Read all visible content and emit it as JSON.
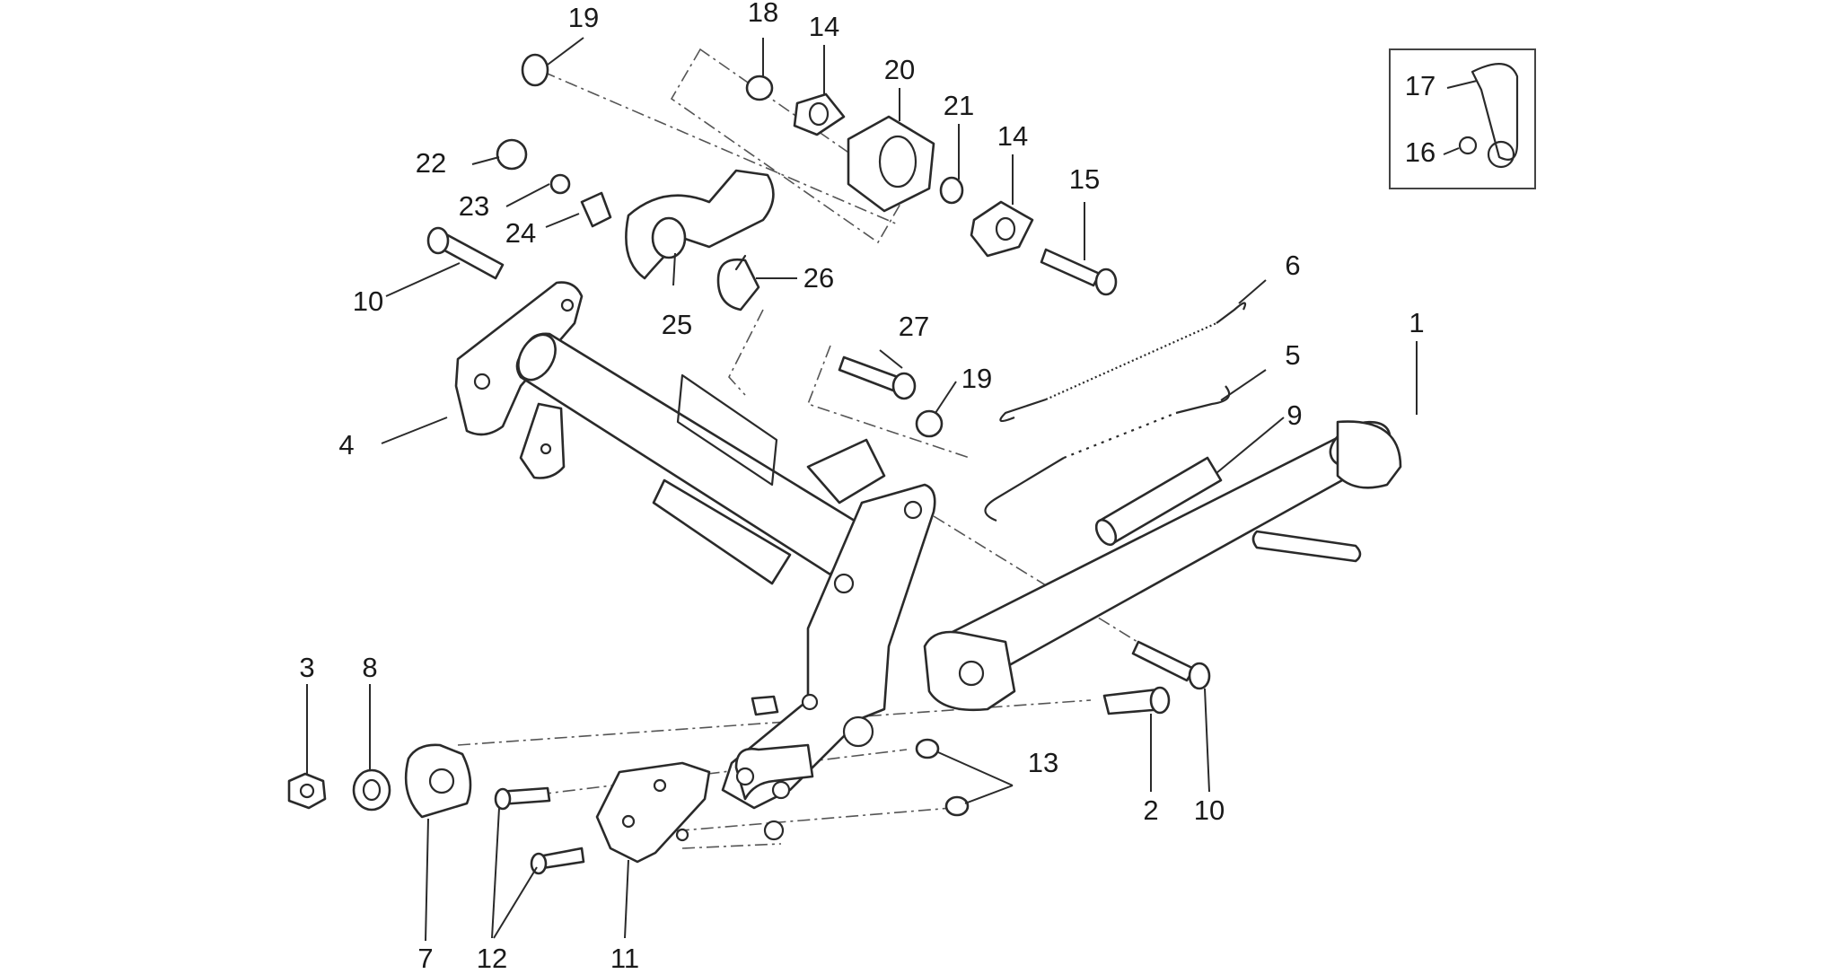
{
  "diagram": {
    "callouts": [
      {
        "id": "c19a",
        "label": "19"
      },
      {
        "id": "c18",
        "label": "18"
      },
      {
        "id": "c14a",
        "label": "14"
      },
      {
        "id": "c20",
        "label": "20"
      },
      {
        "id": "c21",
        "label": "21"
      },
      {
        "id": "c14b",
        "label": "14"
      },
      {
        "id": "c15",
        "label": "15"
      },
      {
        "id": "c22",
        "label": "22"
      },
      {
        "id": "c23",
        "label": "23"
      },
      {
        "id": "c24",
        "label": "24"
      },
      {
        "id": "c10a",
        "label": "10"
      },
      {
        "id": "c25",
        "label": "25"
      },
      {
        "id": "c26",
        "label": "26"
      },
      {
        "id": "c6",
        "label": "6"
      },
      {
        "id": "c1",
        "label": "1"
      },
      {
        "id": "c27",
        "label": "27"
      },
      {
        "id": "c19b",
        "label": "19"
      },
      {
        "id": "c5",
        "label": "5"
      },
      {
        "id": "c9",
        "label": "9"
      },
      {
        "id": "c4",
        "label": "4"
      },
      {
        "id": "c3",
        "label": "3"
      },
      {
        "id": "c8",
        "label": "8"
      },
      {
        "id": "c13",
        "label": "13"
      },
      {
        "id": "c2",
        "label": "2"
      },
      {
        "id": "c10b",
        "label": "10"
      },
      {
        "id": "c7",
        "label": "7"
      },
      {
        "id": "c12",
        "label": "12"
      },
      {
        "id": "c11",
        "label": "11"
      },
      {
        "id": "c17",
        "label": "17"
      },
      {
        "id": "c16",
        "label": "16"
      }
    ]
  }
}
